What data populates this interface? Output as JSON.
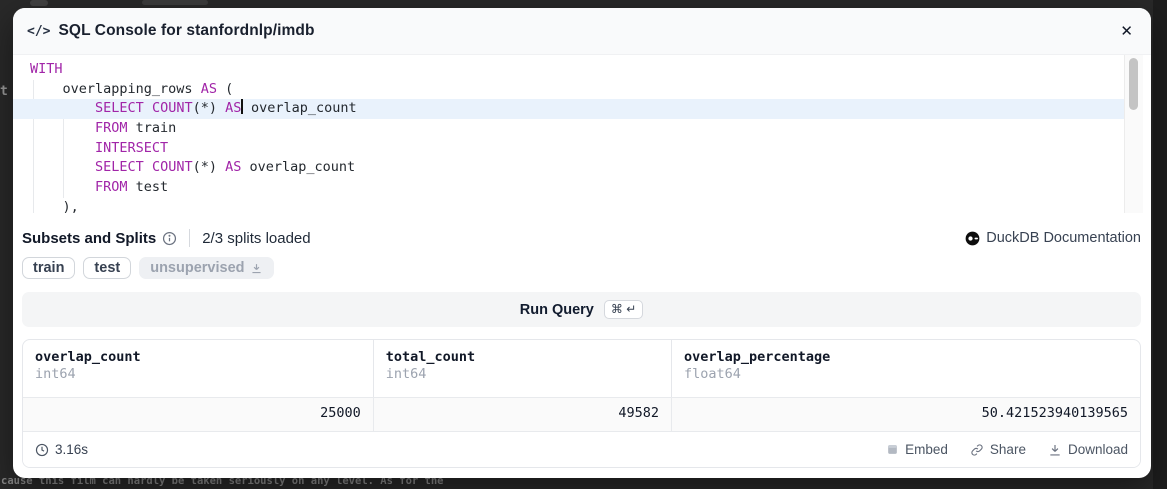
{
  "backdrop": {
    "bottom_text": "cause this film can hardly be taken seriously on any level. As for the",
    "left_edge_text": "t"
  },
  "header": {
    "code_icon": "</>",
    "title": "SQL Console for stanfordnlp/imdb",
    "close_icon": "✕"
  },
  "editor": {
    "keyword_color": "#a125a8",
    "active_line_color": "#e9f2fc",
    "lines": [
      {
        "active": false,
        "segments": [
          {
            "text": "WITH",
            "kw": true
          }
        ]
      },
      {
        "active": false,
        "segments": [
          {
            "text": "    ",
            "kw": false
          },
          {
            "text": "overlapping_rows ",
            "kw": false
          },
          {
            "text": "AS",
            "kw": true
          },
          {
            "text": " (",
            "kw": false
          }
        ]
      },
      {
        "active": true,
        "segments": [
          {
            "text": "        ",
            "kw": false
          },
          {
            "text": "SELECT",
            "kw": true
          },
          {
            "text": " ",
            "kw": false
          },
          {
            "text": "COUNT",
            "kw": true
          },
          {
            "text": "(*) ",
            "kw": false
          },
          {
            "text": "AS",
            "kw": true
          },
          {
            "cursor": true
          },
          {
            "text": " overlap_count",
            "kw": false
          }
        ]
      },
      {
        "active": false,
        "segments": [
          {
            "text": "        ",
            "kw": false
          },
          {
            "text": "FROM",
            "kw": true
          },
          {
            "text": " train",
            "kw": false
          }
        ]
      },
      {
        "active": false,
        "segments": [
          {
            "text": "        ",
            "kw": false
          },
          {
            "text": "INTERSECT",
            "kw": true
          }
        ]
      },
      {
        "active": false,
        "segments": [
          {
            "text": "        ",
            "kw": false
          },
          {
            "text": "SELECT",
            "kw": true
          },
          {
            "text": " ",
            "kw": false
          },
          {
            "text": "COUNT",
            "kw": true
          },
          {
            "text": "(*) ",
            "kw": false
          },
          {
            "text": "AS",
            "kw": true
          },
          {
            "text": " overlap_count",
            "kw": false
          }
        ]
      },
      {
        "active": false,
        "segments": [
          {
            "text": "        ",
            "kw": false
          },
          {
            "text": "FROM",
            "kw": true
          },
          {
            "text": " test",
            "kw": false
          }
        ]
      },
      {
        "active": false,
        "segments": [
          {
            "text": "    ),",
            "kw": false
          }
        ]
      }
    ]
  },
  "subsets": {
    "label": "Subsets and Splits",
    "status": "2/3 splits loaded",
    "doc_link": "DuckDB Documentation",
    "chips": [
      {
        "label": "train",
        "loaded": true
      },
      {
        "label": "test",
        "loaded": true
      },
      {
        "label": "unsupervised",
        "loaded": false
      }
    ]
  },
  "run": {
    "label": "Run Query",
    "shortcut": "⌘ ↵"
  },
  "results": {
    "columns": [
      {
        "name": "overlap_count",
        "type": "int64"
      },
      {
        "name": "total_count",
        "type": "int64"
      },
      {
        "name": "overlap_percentage",
        "type": "float64"
      }
    ],
    "rows": [
      [
        "25000",
        "49582",
        "50.421523940139565"
      ]
    ],
    "footer": {
      "duration": "3.16s",
      "buttons": [
        "Embed",
        "Share",
        "Download"
      ]
    }
  }
}
